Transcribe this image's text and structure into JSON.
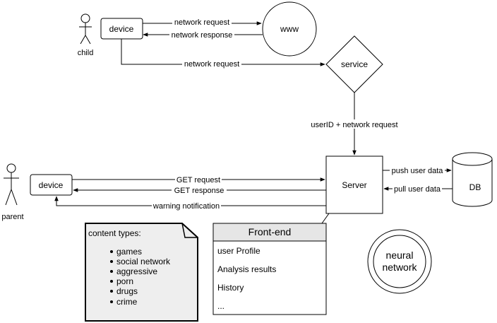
{
  "actors": {
    "child": "child",
    "parent": "parent"
  },
  "nodes": {
    "device_top": "device",
    "device_bottom": "device",
    "www": "www",
    "service": "service",
    "server": "Server",
    "db": "DB",
    "neural_line1": "neural",
    "neural_line2": "network"
  },
  "edges": {
    "network_request_www": "network request",
    "network_response_www": "network response",
    "network_request_service": "network request",
    "userid_request": "userID + network request",
    "get_request": "GET request",
    "get_response": "GET response",
    "warning": "warning notification",
    "push_user_data": "push user data",
    "pull_user_data": "pull user data"
  },
  "note": {
    "heading": "content types:",
    "items": [
      "games",
      "social network",
      "aggressive",
      "porn",
      "drugs",
      "crime"
    ]
  },
  "frontend": {
    "title": "Front-end",
    "items": [
      "user Profile",
      "Analysis results",
      "History",
      "..."
    ]
  },
  "colors": {
    "note_fill": "#eeeeee",
    "frontend_header": "#e6e6e6",
    "stroke": "#000000"
  }
}
